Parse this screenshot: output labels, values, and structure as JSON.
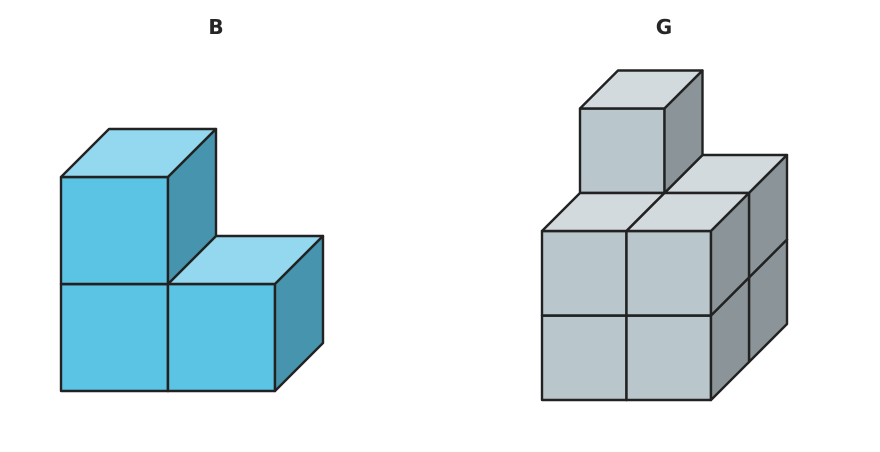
{
  "figures": [
    {
      "label": "B",
      "colors": {
        "front": "#5bc3e3",
        "top": "#93d8ee",
        "side": "#4694ae"
      },
      "cubes": [
        {
          "col": 0,
          "row": 0,
          "depth": 0
        },
        {
          "col": 1,
          "row": 0,
          "depth": 0
        },
        {
          "col": 0,
          "row": 1,
          "depth": 0
        }
      ]
    },
    {
      "label": "G",
      "colors": {
        "front": "#b9c6cc",
        "top": "#d2dade",
        "side": "#8b9599"
      },
      "cubes": [
        {
          "col": 0,
          "row": 0,
          "depth": 0
        },
        {
          "col": 1,
          "row": 0,
          "depth": 0
        },
        {
          "col": 0,
          "row": 1,
          "depth": 0
        },
        {
          "col": 1,
          "row": 1,
          "depth": 0
        },
        {
          "col": 1,
          "row": 0,
          "depth": 1
        },
        {
          "col": 1,
          "row": 1,
          "depth": 1
        },
        {
          "col": 0,
          "row": 2,
          "depth": 1
        }
      ]
    }
  ]
}
